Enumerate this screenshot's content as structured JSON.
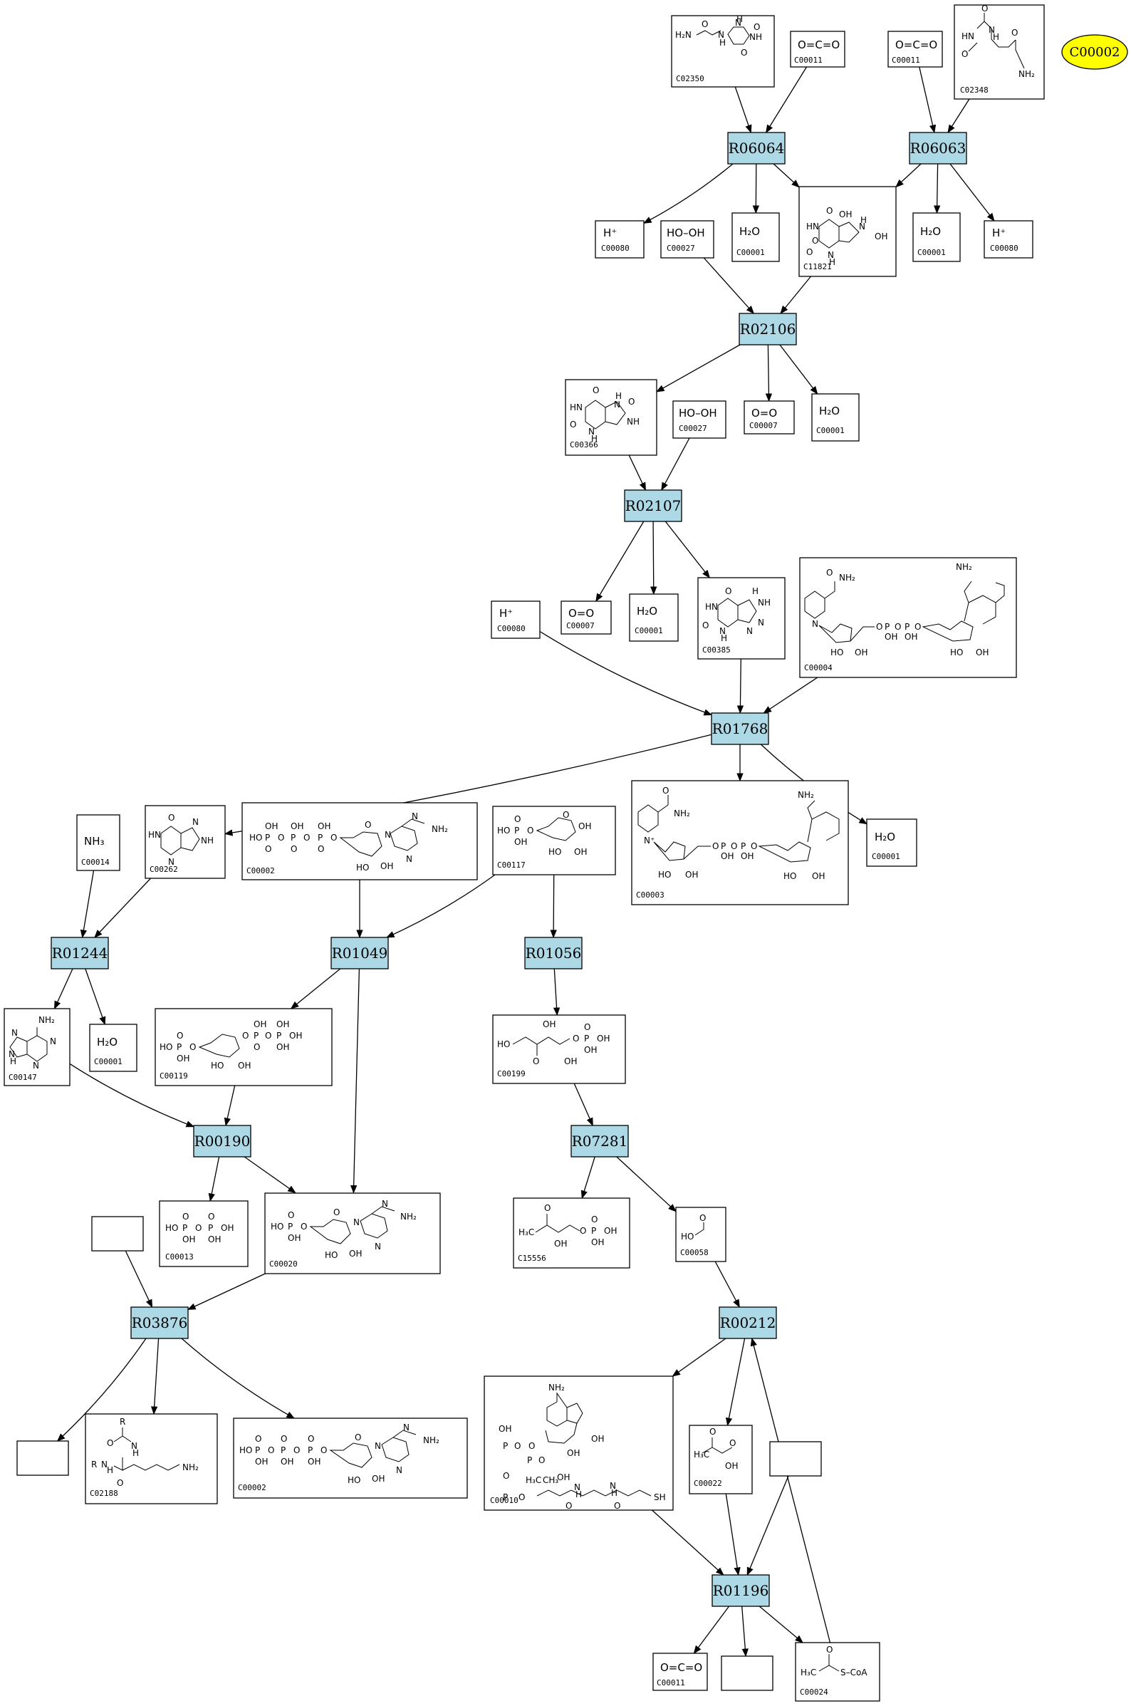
{
  "highlight": {
    "label": "C00002",
    "color": "#ffff00"
  },
  "colors": {
    "reaction_fill": "#add8e6",
    "edge": "#000000",
    "compound_fill": "#ffffff"
  },
  "reactions": [
    {
      "id": "R06064",
      "label": "R06064"
    },
    {
      "id": "R06063",
      "label": "R06063"
    },
    {
      "id": "R02106",
      "label": "R02106"
    },
    {
      "id": "R02107",
      "label": "R02107"
    },
    {
      "id": "R01768",
      "label": "R01768"
    },
    {
      "id": "R01244",
      "label": "R01244"
    },
    {
      "id": "R01049",
      "label": "R01049"
    },
    {
      "id": "R01056",
      "label": "R01056"
    },
    {
      "id": "R00190",
      "label": "R00190"
    },
    {
      "id": "R07281",
      "label": "R07281"
    },
    {
      "id": "R03876",
      "label": "R03876"
    },
    {
      "id": "R00212",
      "label": "R00212"
    },
    {
      "id": "R01196",
      "label": "R01196"
    }
  ],
  "compounds": [
    {
      "key": "c02350",
      "label": "C02350",
      "structure": "allantoin"
    },
    {
      "key": "c00011a",
      "label": "C00011",
      "formula": "O=C=O"
    },
    {
      "key": "c00011b",
      "label": "C00011",
      "formula": "O=C=O"
    },
    {
      "key": "c02348",
      "label": "C02348",
      "structure": "ureidoglycine"
    },
    {
      "key": "c00080a",
      "label": "C00080",
      "formula": "H⁺"
    },
    {
      "key": "c00027a",
      "label": "C00027",
      "formula": "HO–OH"
    },
    {
      "key": "c00001a",
      "label": "C00001",
      "formula": "H₂O"
    },
    {
      "key": "c11821",
      "label": "C11821",
      "structure": "hydroxyisourate"
    },
    {
      "key": "c00001b",
      "label": "C00001",
      "formula": "H₂O"
    },
    {
      "key": "c00080b",
      "label": "C00080",
      "formula": "H⁺"
    },
    {
      "key": "c00366",
      "label": "C00366",
      "structure": "urate"
    },
    {
      "key": "c00027b",
      "label": "C00027",
      "formula": "HO–OH"
    },
    {
      "key": "c00007a",
      "label": "C00007",
      "formula": "O=O"
    },
    {
      "key": "c00001c",
      "label": "C00001",
      "formula": "H₂O"
    },
    {
      "key": "c00080c",
      "label": "C00080",
      "formula": "H⁺"
    },
    {
      "key": "c00007b",
      "label": "C00007",
      "formula": "O=O"
    },
    {
      "key": "c00001d",
      "label": "C00001",
      "formula": "H₂O"
    },
    {
      "key": "c00385",
      "label": "C00385",
      "structure": "xanthine"
    },
    {
      "key": "c00004",
      "label": "C00004",
      "structure": "NADH"
    },
    {
      "key": "c00014",
      "label": "C00014",
      "formula": "NH₃"
    },
    {
      "key": "c00262",
      "label": "C00262",
      "structure": "hypoxanthine"
    },
    {
      "key": "c00002a",
      "label": "C00002",
      "structure": "ATP"
    },
    {
      "key": "c00117",
      "label": "C00117",
      "structure": "ribose-5-phosphate"
    },
    {
      "key": "c00003",
      "label": "C00003",
      "structure": "NAD+"
    },
    {
      "key": "c00001e",
      "label": "C00001",
      "formula": "H₂O"
    },
    {
      "key": "c00147",
      "label": "C00147",
      "structure": "adenine"
    },
    {
      "key": "c00001f",
      "label": "C00001",
      "formula": "H₂O"
    },
    {
      "key": "c00119",
      "label": "C00119",
      "structure": "PRPP"
    },
    {
      "key": "c00199",
      "label": "C00199",
      "structure": "ribulose-5-phosphate"
    },
    {
      "key": "c00013",
      "label": "C00013",
      "structure": "diphosphate"
    },
    {
      "key": "c00020",
      "label": "C00020",
      "structure": "AMP"
    },
    {
      "key": "c15556",
      "label": "C15556",
      "structure": "DHBP"
    },
    {
      "key": "c00058",
      "label": "C00058",
      "structure": "formate"
    },
    {
      "key": "blank1",
      "label": ""
    },
    {
      "key": "blank2",
      "label": ""
    },
    {
      "key": "c02188",
      "label": "C02188",
      "structure": "lysine-residue"
    },
    {
      "key": "c00002b",
      "label": "C00002",
      "structure": "ATP"
    },
    {
      "key": "c00010",
      "label": "C00010",
      "structure": "CoA"
    },
    {
      "key": "c00022",
      "label": "C00022",
      "structure": "pyruvate"
    },
    {
      "key": "blank3",
      "label": ""
    },
    {
      "key": "c00011c",
      "label": "C00011",
      "formula": "O=C=O"
    },
    {
      "key": "blank4",
      "label": ""
    },
    {
      "key": "c00024",
      "label": "C00024",
      "structure": "acetyl-CoA"
    }
  ],
  "edges": [
    [
      "c02350",
      "R06064"
    ],
    [
      "c00011a",
      "R06064"
    ],
    [
      "R06064",
      "c00080a"
    ],
    [
      "R06064",
      "c00001a"
    ],
    [
      "R06064",
      "c11821"
    ],
    [
      "c00011b",
      "R06063"
    ],
    [
      "c02348",
      "R06063"
    ],
    [
      "R06063",
      "c11821"
    ],
    [
      "R06063",
      "c00001b"
    ],
    [
      "R06063",
      "c00080b"
    ],
    [
      "c00027a",
      "R02106"
    ],
    [
      "c11821",
      "R02106"
    ],
    [
      "R02106",
      "c00366"
    ],
    [
      "R02106",
      "c00007a"
    ],
    [
      "R02106",
      "c00001c"
    ],
    [
      "c00366",
      "R02107"
    ],
    [
      "c00027b",
      "R02107"
    ],
    [
      "R02107",
      "c00007b"
    ],
    [
      "R02107",
      "c00001d"
    ],
    [
      "R02107",
      "c00385"
    ],
    [
      "c00080c",
      "R01768"
    ],
    [
      "c00385",
      "R01768"
    ],
    [
      "c00004",
      "R01768"
    ],
    [
      "R01768",
      "c00262"
    ],
    [
      "R01768",
      "c00003"
    ],
    [
      "R01768",
      "c00001e"
    ],
    [
      "c00014",
      "R01244"
    ],
    [
      "c00262",
      "R01244"
    ],
    [
      "R01244",
      "c00147"
    ],
    [
      "R01244",
      "c00001f"
    ],
    [
      "c00002a",
      "R01049"
    ],
    [
      "c00117",
      "R01049"
    ],
    [
      "R01049",
      "c00119"
    ],
    [
      "R01049",
      "c00020"
    ],
    [
      "c00117",
      "R01056"
    ],
    [
      "R01056",
      "c00199"
    ],
    [
      "c00147",
      "R00190"
    ],
    [
      "c00119",
      "R00190"
    ],
    [
      "R00190",
      "c00013"
    ],
    [
      "R00190",
      "c00020"
    ],
    [
      "c00199",
      "R07281"
    ],
    [
      "R07281",
      "c15556"
    ],
    [
      "R07281",
      "c00058"
    ],
    [
      "blank1",
      "R03876"
    ],
    [
      "c00020",
      "R03876"
    ],
    [
      "R03876",
      "blank2"
    ],
    [
      "R03876",
      "c02188"
    ],
    [
      "R03876",
      "c00002b"
    ],
    [
      "c00058",
      "R00212"
    ],
    [
      "c00024",
      "R00212"
    ],
    [
      "R00212",
      "c00010"
    ],
    [
      "R00212",
      "c00022"
    ],
    [
      "c00010",
      "R01196"
    ],
    [
      "c00022",
      "R01196"
    ],
    [
      "blank3",
      "R01196"
    ],
    [
      "R01196",
      "c00011c"
    ],
    [
      "R01196",
      "blank4"
    ],
    [
      "R01196",
      "c00024"
    ]
  ],
  "structure_text": {
    "allantoin": [
      "H₂N",
      "O",
      "N",
      "H",
      "N",
      "H",
      "O",
      "O",
      "NH"
    ],
    "ureidoglycine": [
      "HN",
      "O",
      "N",
      "H",
      "O",
      "O",
      "NH₂"
    ],
    "hydroxyisourate": [
      "HN",
      "N",
      "H",
      "O",
      "OH",
      "O",
      "N",
      "H",
      "OH",
      "O"
    ],
    "urate": [
      "HN",
      "H",
      "N",
      "O",
      "O",
      "N",
      "H",
      "O",
      "NH"
    ],
    "xanthine": [
      "HN",
      "O",
      "N",
      "H",
      "O",
      "N",
      "H",
      "N",
      "NH"
    ],
    "hypoxanthine": [
      "HN",
      "O",
      "N",
      "N",
      "NH"
    ],
    "adenine": [
      "NH₂",
      "N",
      "N",
      "N",
      "H",
      "N"
    ],
    "nucleoside": [
      "HO",
      "OH",
      "O",
      "N",
      "N",
      "N",
      "NH₂"
    ],
    "phosphate": [
      "HO",
      "P",
      "O",
      "OH",
      "O"
    ],
    "nicotinamide": [
      "NH₂",
      "O",
      "N"
    ],
    "nicotinamide_plus": [
      "NH₂",
      "O",
      "N⁺"
    ],
    "ribose5p": [
      "HO",
      "O",
      "P",
      "OH",
      "O",
      "HO",
      "OH",
      "O",
      "OH"
    ],
    "ribulose5p": [
      "HO",
      "O",
      "OH",
      "OH",
      "O",
      "P",
      "OH",
      "OH"
    ],
    "diphosphate": [
      "HO",
      "P",
      "O",
      "P",
      "OH",
      "OH",
      "OH",
      "O",
      "O"
    ],
    "dhbp": [
      "H₃C",
      "O",
      "OH",
      "O",
      "P",
      "OH",
      "OH",
      "O"
    ],
    "formate": [
      "O",
      "HO"
    ],
    "lysine": [
      "R",
      "O",
      "N",
      "H",
      "R",
      "N",
      "H",
      "O",
      "NH₂"
    ],
    "pantetheine": [
      "OH",
      "P",
      "O",
      "O",
      "H₃C",
      "CH₃",
      "OH",
      "N",
      "H",
      "O",
      "N",
      "H",
      "O",
      "SH"
    ],
    "pyruvate": [
      "O",
      "H₃C",
      "O",
      "OH"
    ],
    "acetylcoa": [
      "H₃C",
      "O",
      "S–CoA"
    ]
  }
}
